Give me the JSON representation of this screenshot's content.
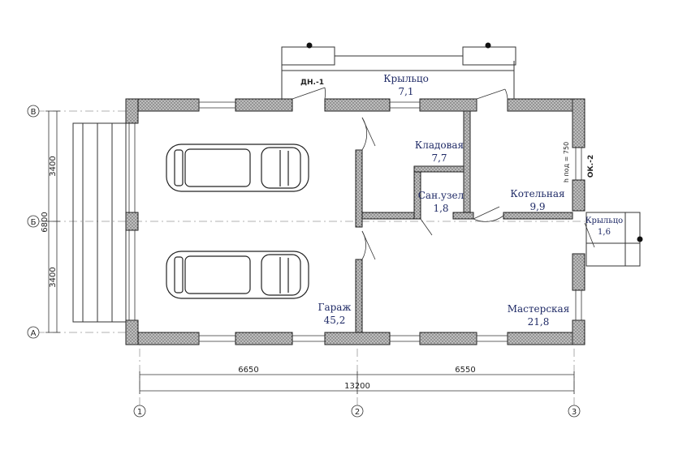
{
  "rooms": {
    "porch_top": {
      "name": "Крыльцо",
      "area": "7,1"
    },
    "storage": {
      "name": "Кладовая",
      "area": "7,7"
    },
    "bathroom": {
      "name": "Сан.узел",
      "area": "1,8"
    },
    "boiler": {
      "name": "Котельная",
      "area": "9,9"
    },
    "porch_right": {
      "name": "Крыльцо",
      "area": "1,6"
    },
    "garage": {
      "name": "Гараж",
      "area": "45,2"
    },
    "workshop": {
      "name": "Мастерская",
      "area": "21,8"
    }
  },
  "marks": {
    "door": "ДН.-1",
    "window": "ОК.-2",
    "sill_height": "h под = 750"
  },
  "dimensions": {
    "left_top": "3400",
    "left_bottom": "3400",
    "left_total": "6800",
    "bottom_left": "6650",
    "bottom_right": "6550",
    "bottom_total": "13200"
  },
  "axes": {
    "row_b": "В",
    "row_bb": "Б",
    "row_a": "А",
    "col_1": "1",
    "col_2": "2",
    "col_3": "3"
  },
  "colors": {
    "wall_hatch": "#9a9a9a",
    "line": "#222222",
    "label": "#1f2a66"
  },
  "icons": [
    "car-icon",
    "car-icon"
  ]
}
